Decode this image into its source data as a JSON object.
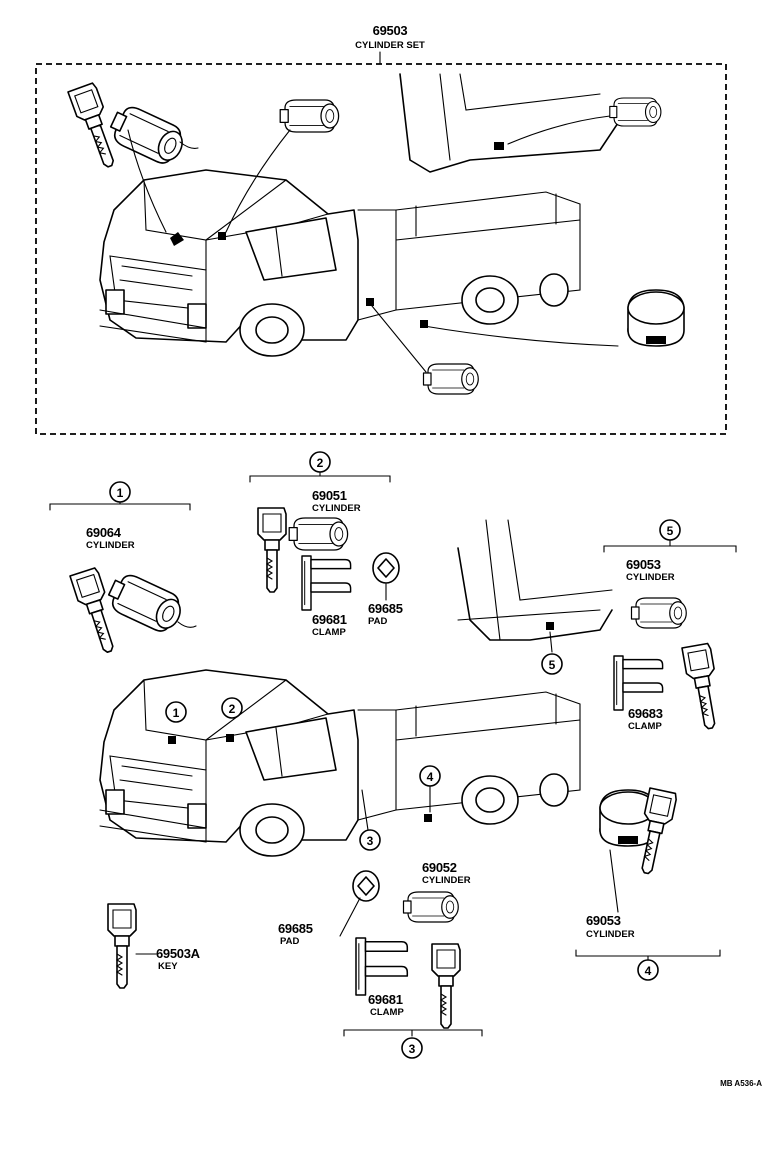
{
  "set_group": {
    "part_number": "69503",
    "part_name": "CYLINDER SET"
  },
  "callouts": {
    "c1": "1",
    "c2": "2",
    "c3": "3",
    "c4": "4",
    "c5": "5"
  },
  "parts": {
    "p69064": {
      "number": "69064",
      "name": "CYLINDER"
    },
    "p69051": {
      "number": "69051",
      "name": "CYLINDER"
    },
    "p69681a": {
      "number": "69681",
      "name": "CLAMP"
    },
    "p69685a": {
      "number": "69685",
      "name": "PAD"
    },
    "p69053a": {
      "number": "69053",
      "name": "CYLINDER"
    },
    "p69683": {
      "number": "69683",
      "name": "CLAMP"
    },
    "p69052": {
      "number": "69052",
      "name": "CYLINDER"
    },
    "p69685b": {
      "number": "69685",
      "name": "PAD"
    },
    "p69681b": {
      "number": "69681",
      "name": "CLAMP"
    },
    "p69053b": {
      "number": "69053",
      "name": "CYLINDER"
    },
    "p69503a": {
      "number": "69503A",
      "name": "KEY"
    }
  },
  "footer": {
    "code": "MB  A536-A"
  }
}
